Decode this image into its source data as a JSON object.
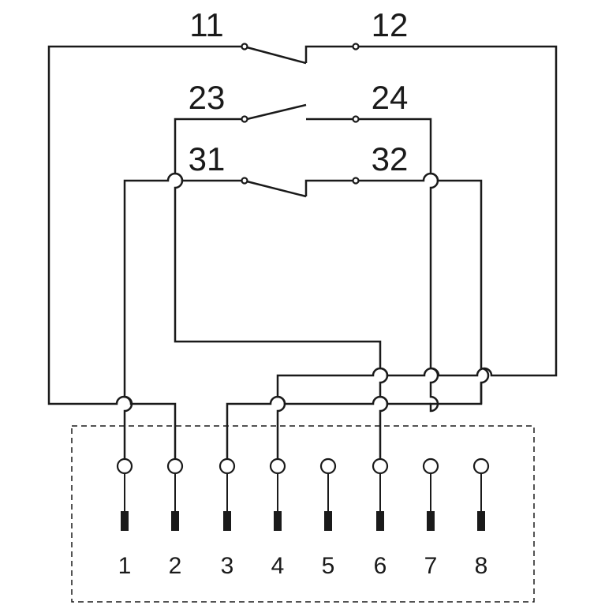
{
  "contacts": {
    "c11": "11",
    "c12": "12",
    "c23": "23",
    "c24": "24",
    "c31": "31",
    "c32": "32"
  },
  "pins": [
    "1",
    "2",
    "3",
    "4",
    "5",
    "6",
    "7",
    "8"
  ]
}
